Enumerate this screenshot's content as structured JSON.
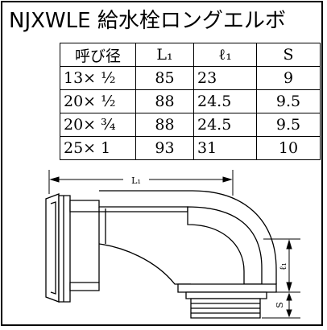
{
  "title": "NJXWLE 給水栓ロングエルボ",
  "table": {
    "headers": [
      "呼び径",
      "L₁",
      "ℓ₁",
      "S"
    ],
    "rows": [
      [
        "13× ½",
        "85",
        "23",
        "9"
      ],
      [
        "20× ½",
        "88",
        "24.5",
        "9.5"
      ],
      [
        "20× ¾",
        "88",
        "24.5",
        "9.5"
      ],
      [
        "25×  1",
        "93",
        "31",
        "10"
      ]
    ]
  },
  "drawing": {
    "dim_L1": "L₁",
    "dim_l1": "ℓ₁",
    "dim_S": "S"
  }
}
